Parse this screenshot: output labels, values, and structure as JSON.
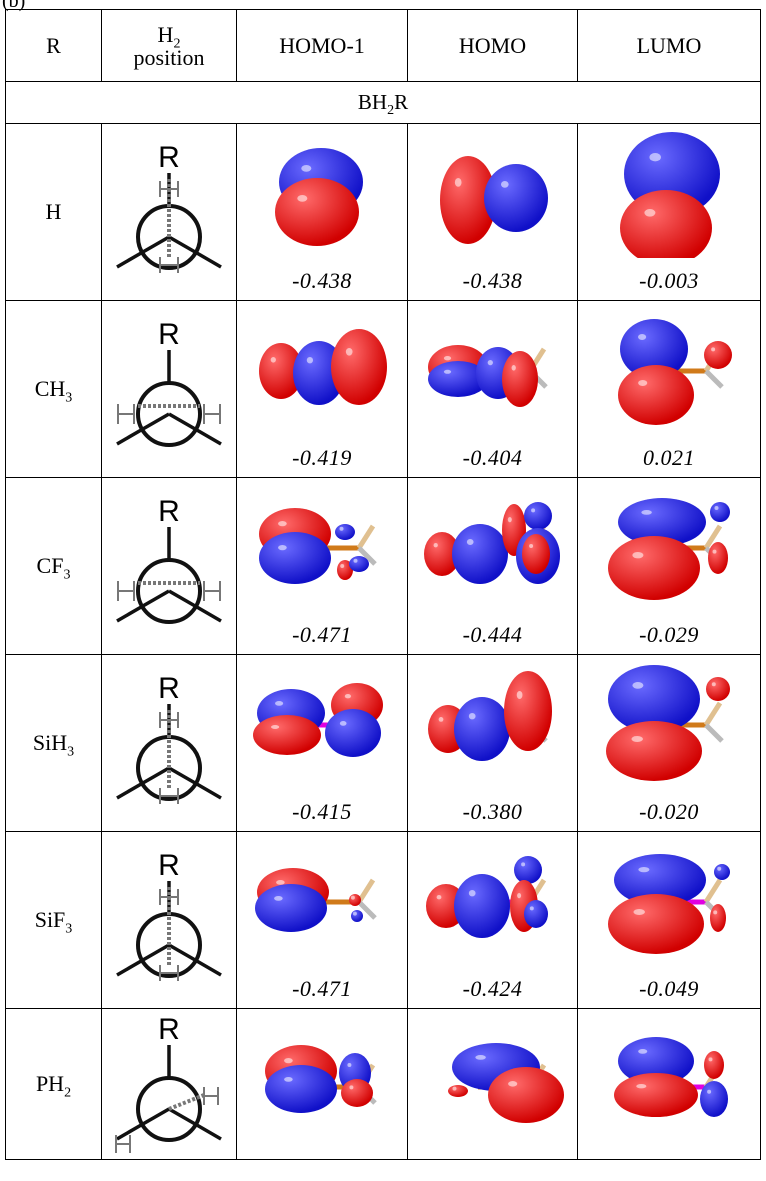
{
  "corner_label": "(b)",
  "header": {
    "col_r": "R",
    "col_h2_main": "H",
    "col_h2_sub": "2",
    "col_h2_line2": "position",
    "col_homo1": "HOMO-1",
    "col_homo": "HOMO",
    "col_lumo": "LUMO"
  },
  "section": {
    "main": "BH",
    "sub": "2",
    "tail": "R"
  },
  "rows": [
    {
      "r_main": "H",
      "r_sub": "",
      "newman_label": "R",
      "homo1": "-0.438",
      "homo": "-0.438",
      "lumo": "-0.003"
    },
    {
      "r_main": "CH",
      "r_sub": "3",
      "newman_label": "R",
      "homo1": "-0.419",
      "homo": "-0.404",
      "lumo": "0.021"
    },
    {
      "r_main": "CF",
      "r_sub": "3",
      "newman_label": "R",
      "homo1": "-0.471",
      "homo": "-0.444",
      "lumo": "-0.029"
    },
    {
      "r_main": "SiH",
      "r_sub": "3",
      "newman_label": "R",
      "homo1": "-0.415",
      "homo": "-0.380",
      "lumo": "-0.020"
    },
    {
      "r_main": "SiF",
      "r_sub": "3",
      "newman_label": "R",
      "homo1": "-0.471",
      "homo": "-0.424",
      "lumo": "-0.049"
    },
    {
      "r_main": "PH",
      "r_sub": "2",
      "newman_label": "R",
      "homo1": "",
      "homo": "",
      "lumo": ""
    }
  ],
  "colors": {
    "lobe_red": "#d10000",
    "lobe_blue": "#1010c8",
    "bond_magenta": "#e000e0",
    "bond_orange": "#d07a1a"
  }
}
